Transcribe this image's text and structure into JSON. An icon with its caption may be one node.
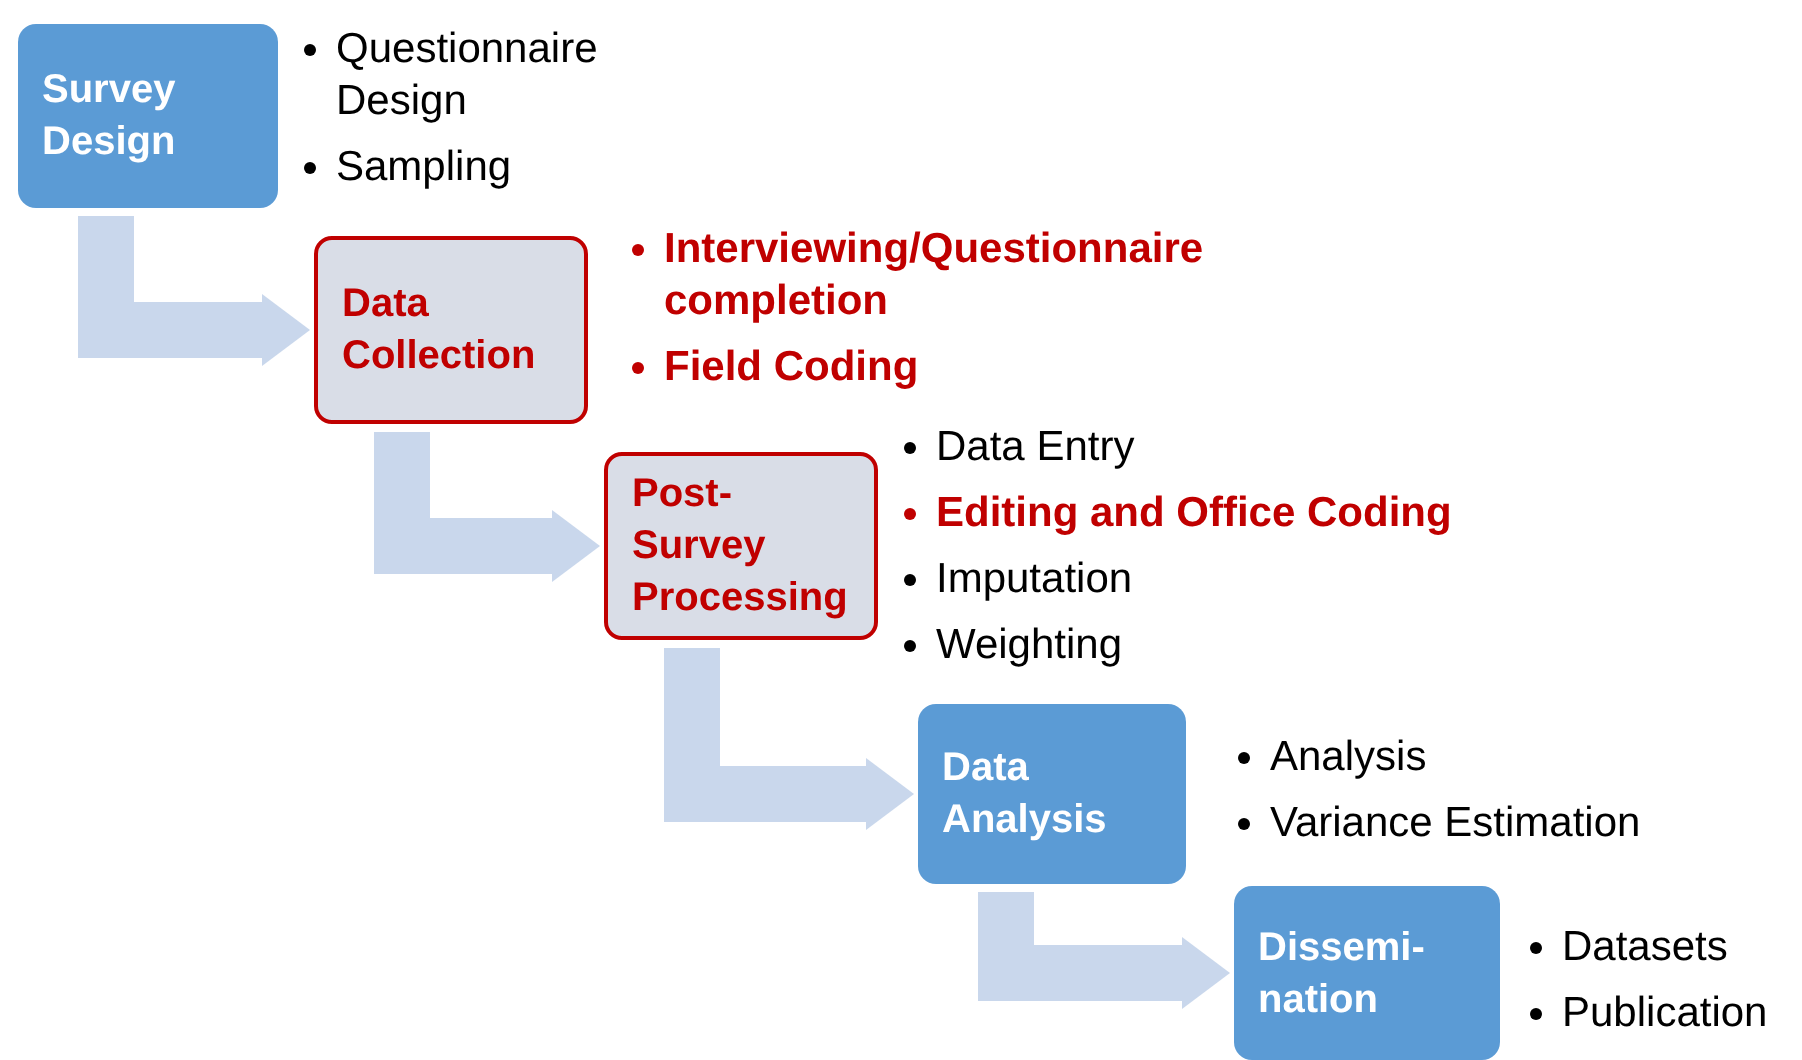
{
  "diagram": {
    "nodes": [
      {
        "text": [
          "Survey Design"
        ],
        "beside": [
          "Questionnaire Design",
          "Sampling"
        ]
      },
      {
        "text": [
          "Data Collection"
        ],
        "beside": [
          "Interviewing/Questionnaire completion",
          "Field Coding"
        ]
      },
      {
        "text": [
          "Post- Survey Processing"
        ],
        "beside": [
          "Data Entry",
          "Editing and Office Coding",
          "Imputation",
          "Weighting"
        ]
      },
      {
        "text": [
          "Data Analysis"
        ],
        "beside": [
          "Analysis",
          "Variance Estimation"
        ]
      },
      {
        "text": [
          "Dissemi- nation"
        ],
        "beside": [
          "Datasets",
          "Publication"
        ]
      }
    ],
    "edges": [
      {
        "from": 0,
        "to": 1,
        "arrow": "to"
      },
      {
        "from": 1,
        "to": 2,
        "arrow": "to"
      },
      {
        "from": 2,
        "to": 3,
        "arrow": "to"
      },
      {
        "from": 3,
        "to": 4,
        "arrow": "to"
      }
    ]
  }
}
